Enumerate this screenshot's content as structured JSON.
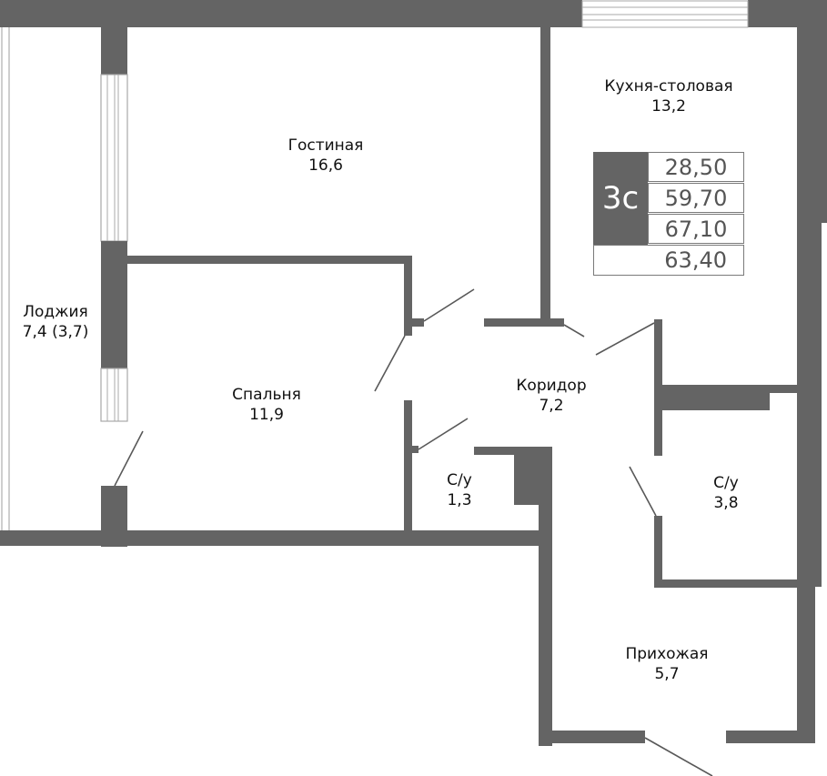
{
  "plan": {
    "colors": {
      "wall": "#646464",
      "background": "#ffffff",
      "text": "#111111",
      "info_text": "#555555"
    },
    "rooms": [
      {
        "id": "living",
        "name": "Гостиная",
        "area": "16,6"
      },
      {
        "id": "kitchen",
        "name": "Кухня-столовая",
        "area": "13,2"
      },
      {
        "id": "loggia",
        "name": "Лоджия",
        "area": "7,4 (3,7)"
      },
      {
        "id": "bedroom",
        "name": "Спальня",
        "area": "11,9"
      },
      {
        "id": "corridor",
        "name": "Коридор",
        "area": "7,2"
      },
      {
        "id": "bath-small",
        "name": "С/у",
        "area": "1,3"
      },
      {
        "id": "bath-large",
        "name": "С/у",
        "area": "3,8"
      },
      {
        "id": "hall",
        "name": "Прихожая",
        "area": "5,7"
      }
    ],
    "info": {
      "type": "3с",
      "living_area": "28,50",
      "total_area": "59,70",
      "total_with_loggia": "67,10",
      "reduced_area": "63,40"
    }
  }
}
